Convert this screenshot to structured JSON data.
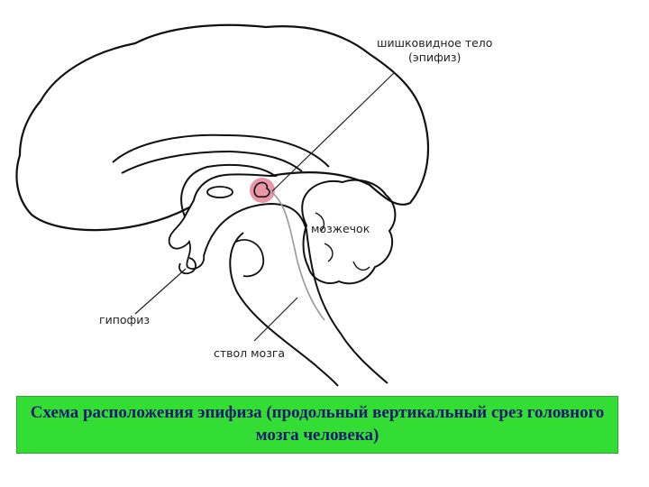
{
  "labels": {
    "pineal_line1": "шишковидное тело",
    "pineal_line2": "(эпифиз)",
    "cerebellum": "мозжечок",
    "pituitary": "гипофиз",
    "brainstem": "ствол мозга"
  },
  "caption": "Схема расположения эпифиза (продольный вертикальный срез головного мозга человека)",
  "colors": {
    "outline": "#111111",
    "pineal_highlight": "#e8899e",
    "tract": "#999999",
    "caption_bg": "#33dd33",
    "caption_text": "#1a1a6e"
  }
}
